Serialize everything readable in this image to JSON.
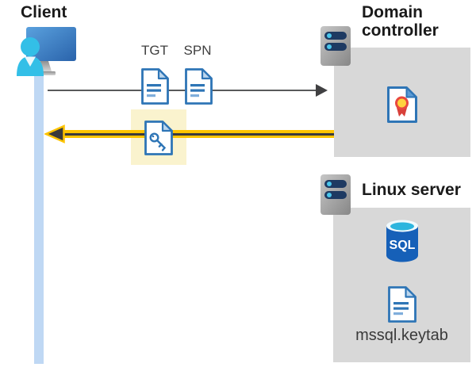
{
  "labels": {
    "client": "Client",
    "tgt": "TGT",
    "spn": "SPN",
    "domain_controller": "Domain controller",
    "linux_server": "Linux server",
    "sql": "SQL",
    "keytab": "mssql.keytab"
  },
  "icon_names": [
    "client-workstation-icon",
    "client-timeline-bar",
    "tgt-ticket-icon",
    "spn-ticket-icon",
    "service-ticket-key-icon",
    "domain-controller-server-icon",
    "certificate-icon",
    "linux-server-icon",
    "sql-database-icon",
    "keytab-file-icon"
  ],
  "flows": [
    {
      "name": "ticket-request",
      "from": "Client",
      "to": "Domain controller",
      "items": [
        "TGT",
        "SPN"
      ],
      "direction": "right",
      "color": "#58595B"
    },
    {
      "name": "service-ticket-response",
      "from": "Domain controller",
      "to": "Client",
      "items": [
        "key ticket"
      ],
      "direction": "left",
      "color": "#FFC400",
      "highlight_color": "#FAF3CE"
    }
  ],
  "colors": {
    "accent_blue": "#2E75B6",
    "doc_fold_blue": "#BDD7EE",
    "person_cyan": "#33BFE7",
    "timeline_blue": "#BFD8F4",
    "box_gray": "#D8D8D8",
    "arrow_gray": "#58595B",
    "arrow_yellow": "#FFC400",
    "highlight_yellow": "#FAF3CE",
    "sql_blue": "#1660B8",
    "cert_red": "#D8403A",
    "cert_yellow": "#FFD33E"
  }
}
